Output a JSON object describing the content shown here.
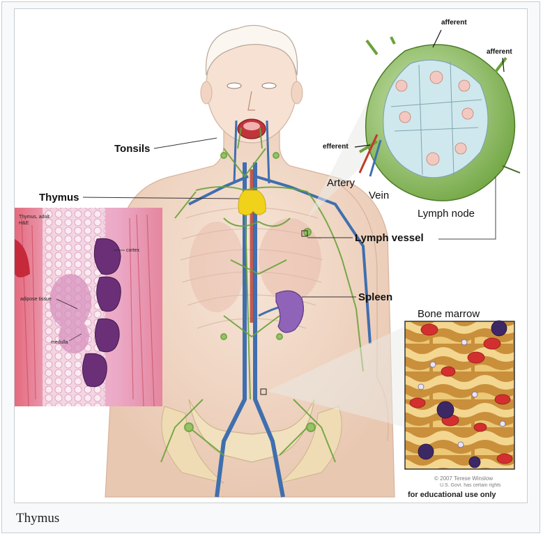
{
  "figure": {
    "labels": {
      "tonsils": "Tonsils",
      "thymus": "Thymus",
      "lymph_vessel": "Lymph vessel",
      "spleen": "Spleen",
      "lymph_node": "Lymph node",
      "artery": "Artery",
      "vein": "Vein",
      "afferent_1": "afferent",
      "afferent_2": "afferent",
      "efferent": "efferent",
      "bone_marrow": "Bone marrow"
    },
    "histology": {
      "title_line1": "Thymus, adult",
      "title_line2": "H&E",
      "cortex": "cortex",
      "adipose": "adipose tissue",
      "medulla": "medulla"
    },
    "credit_line1": "© 2007 Terese Winslow",
    "credit_line2": "U.S. Govt. has certain rights",
    "edu_note": "for educational use only"
  },
  "caption": "Thymus",
  "colors": {
    "skin": "#f3d9c7",
    "lymph_green": "#6aa23a",
    "vein_blue": "#3f6fae",
    "artery_red": "#c0392b",
    "node_green": "#8fc25a",
    "histo_pink": "#e7a1c2",
    "histo_purple": "#6b2f78",
    "marrow_yellow": "#f1d38a",
    "spleen_purple": "#8f63b8",
    "thymus_yellow": "#f1d21a"
  }
}
